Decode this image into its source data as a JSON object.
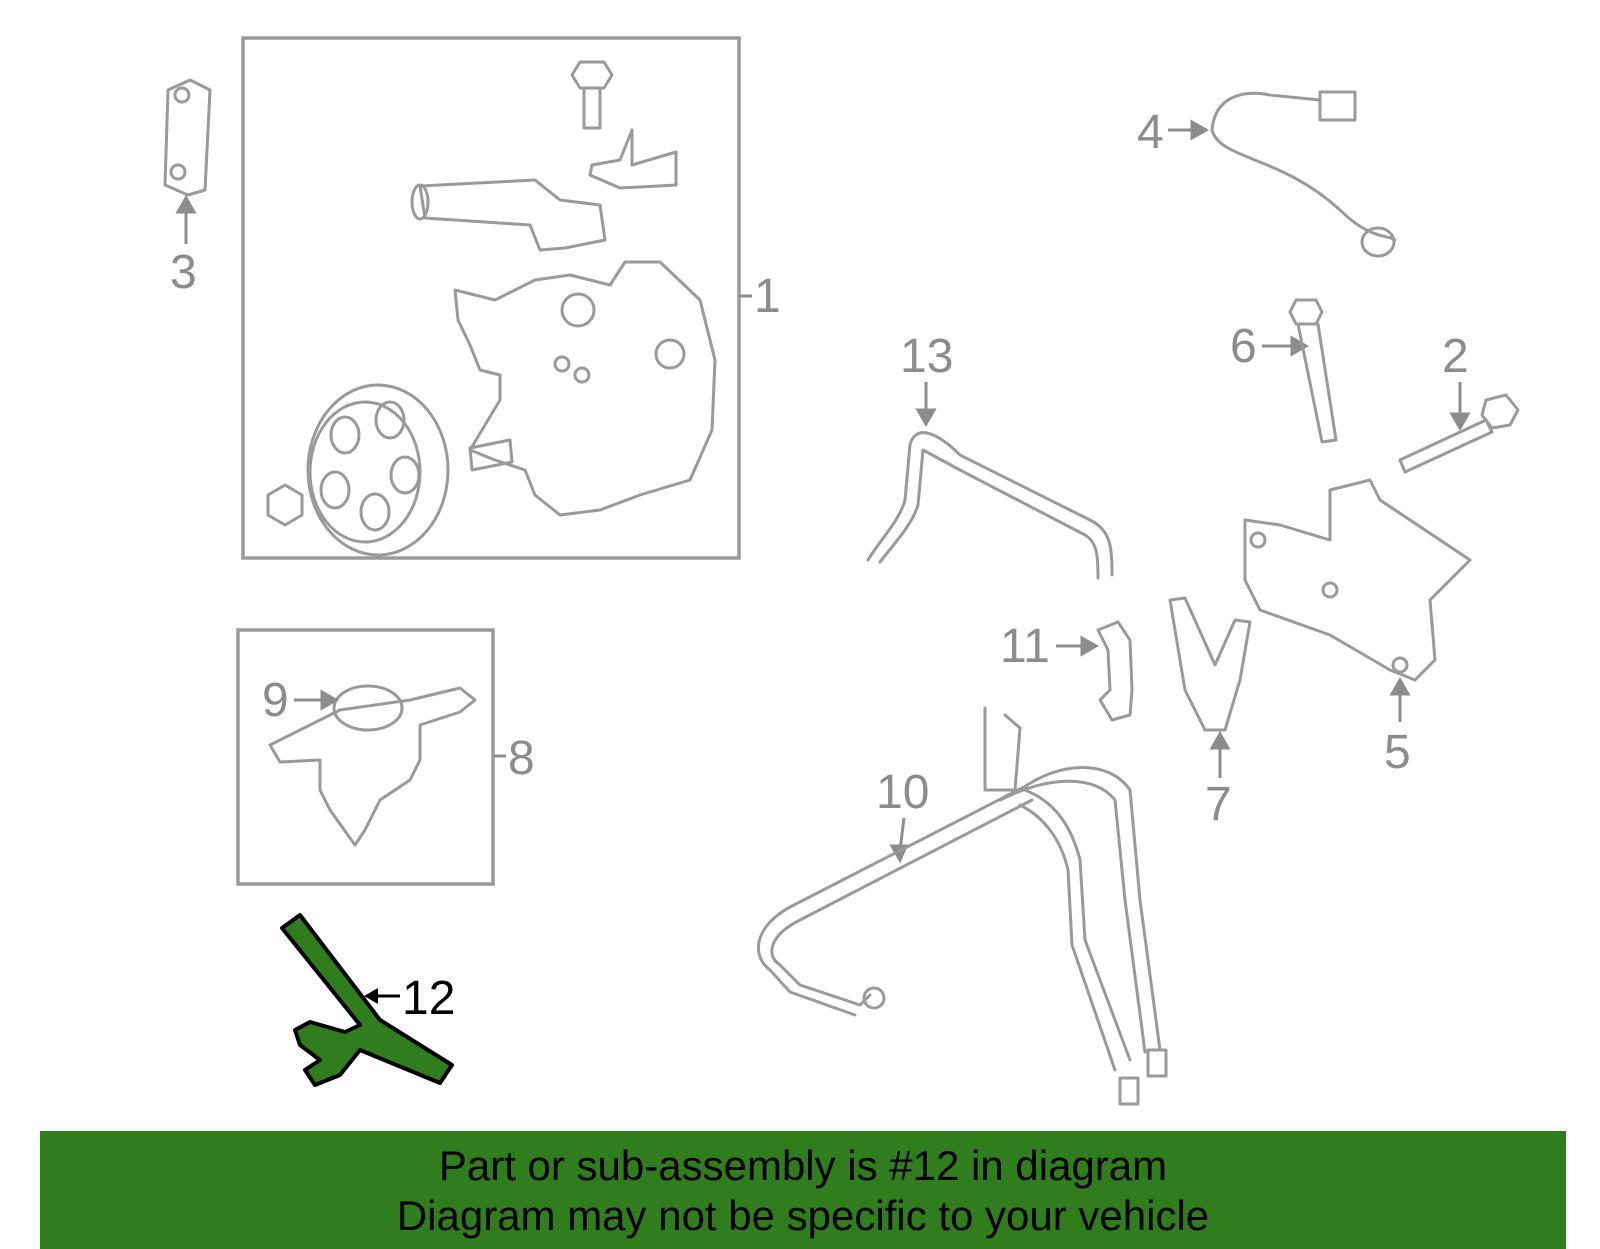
{
  "callouts": {
    "c1": "1",
    "c2": "2",
    "c3": "3",
    "c4": "4",
    "c5": "5",
    "c6": "6",
    "c7": "7",
    "c8": "8",
    "c9": "9",
    "c10": "10",
    "c11": "11",
    "c12": "12",
    "c13": "13"
  },
  "highlighted_part": "12",
  "banner": {
    "line1": "Part or sub-assembly is #12 in diagram",
    "line2": "Diagram may not be specific to your vehicle"
  },
  "colors": {
    "highlight": "#2f7d1c",
    "part_outline": "#9a9a9a",
    "banner_bg": "#2f7d1c"
  }
}
